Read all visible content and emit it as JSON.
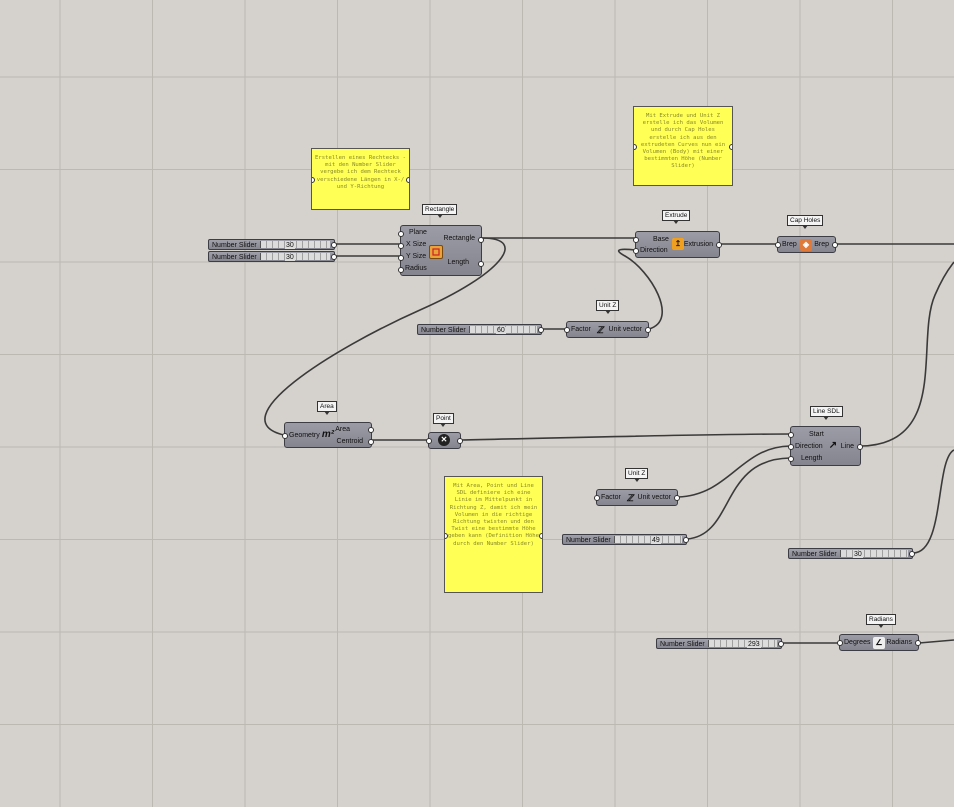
{
  "components": {
    "rectangle": {
      "name": "Rectangle",
      "inputs": [
        "Plane",
        "X Size",
        "Y Size",
        "Radius"
      ],
      "outputs": [
        "Rectangle",
        "Length"
      ]
    },
    "extrude": {
      "name": "Extrude",
      "inputs": [
        "Base",
        "Direction"
      ],
      "outputs": [
        "Extrusion"
      ]
    },
    "cap_holes": {
      "name": "Cap Holes",
      "inputs": [
        "Brep"
      ],
      "outputs": [
        "Brep"
      ]
    },
    "unit_z_top": {
      "name": "Unit Z",
      "inputs": [
        "Factor"
      ],
      "outputs": [
        "Unit vector"
      ]
    },
    "area": {
      "name": "Area",
      "inputs": [
        "Geometry"
      ],
      "outputs": [
        "Area",
        "Centroid"
      ]
    },
    "point": {
      "name": "Point"
    },
    "line_sdl": {
      "name": "Line SDL",
      "inputs": [
        "Start",
        "Direction",
        "Length"
      ],
      "outputs": [
        "Line"
      ]
    },
    "unit_z_bottom": {
      "name": "Unit Z",
      "inputs": [
        "Factor"
      ],
      "outputs": [
        "Unit vector"
      ]
    },
    "radians": {
      "name": "Radians",
      "inputs": [
        "Degrees"
      ],
      "outputs": [
        "Radians"
      ]
    }
  },
  "sliders": [
    {
      "label": "Number Slider",
      "value": "30"
    },
    {
      "label": "Number Slider",
      "value": "30"
    },
    {
      "label": "Number Slider",
      "value": "60"
    },
    {
      "label": "Number Slider",
      "value": "49"
    },
    {
      "label": "Number Slider",
      "value": "30"
    },
    {
      "label": "Number Slider",
      "value": "293"
    }
  ],
  "notes": {
    "rect_note": "Erstellen eines Rechtecks - mit den Number Slider vergebe ich dem Rechteck verschiedene Längen in X-/ und Y-Richtung",
    "extrude_note": "Mit Extrude und Unit Z erstelle ich das Volumen und durch Cap Holes erstelle ich aus den extrudeten Curves nun ein Volumen (Body) mit einer bestimmten Höhe (Number Slider)",
    "line_note": "Mit Area, Point und Line SDL definiere ich eine Linie im Mittelpunkt in Richtung Z, damit ich mein Volumen in die richtige Richtung twisten und den Twist eine bestimmte Höhe geben kann (Definition Höhe durch den Number Slider)"
  },
  "icons": {
    "rectangle": "rectangle-icon",
    "extrude": "extrude-icon",
    "cap_holes": "cap-holes-icon",
    "unit_z": "unit-z-icon",
    "area": "area-icon",
    "point": "point-icon",
    "line_sdl": "line-sdl-icon",
    "radians": "radians-icon"
  },
  "colors": {
    "canvas": "#d5d1cc",
    "component": "#8c8c96",
    "note": "#ffff55",
    "wire": "#3a3a3a"
  }
}
